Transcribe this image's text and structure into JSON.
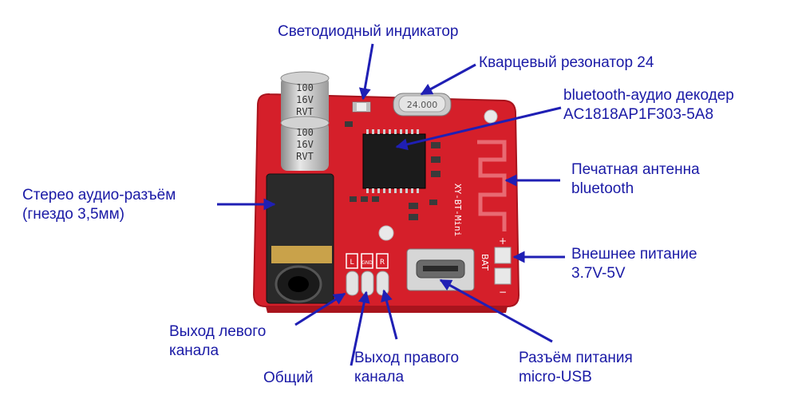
{
  "labels": {
    "led": "Светодиодный индикатор",
    "crystal": "Кварцевый резонатор 24",
    "decoder": [
      "bluetooth-аудио декодер",
      "AC1818AP1F303-5A8"
    ],
    "antenna": [
      "Печатная антенна",
      "bluetooth"
    ],
    "jack": [
      "Стерео аудио-разъём",
      "(гнездо 3,5мм)"
    ],
    "power": [
      "Внешнее питание",
      "3.7V-5V"
    ],
    "left": [
      "Выход левого",
      "канала"
    ],
    "common": "Общий",
    "right": [
      "Выход правого",
      "канала"
    ],
    "usb": [
      "Разъём питания",
      "micro-USB"
    ]
  },
  "board": {
    "capacitor_text": [
      "100",
      "16V",
      "RVT"
    ],
    "crystal_text": "24.000",
    "pin_labels": [
      "L",
      "GND",
      "R"
    ],
    "bat_label": "BAT",
    "plus": "+",
    "minus": "−",
    "silk_model": "XY-BT-Mini"
  },
  "colors": {
    "label": "#1a1aa6",
    "arrow": "#1f1fb4",
    "pcb": "#d51f2a",
    "pcb_dark": "#a8141d"
  }
}
